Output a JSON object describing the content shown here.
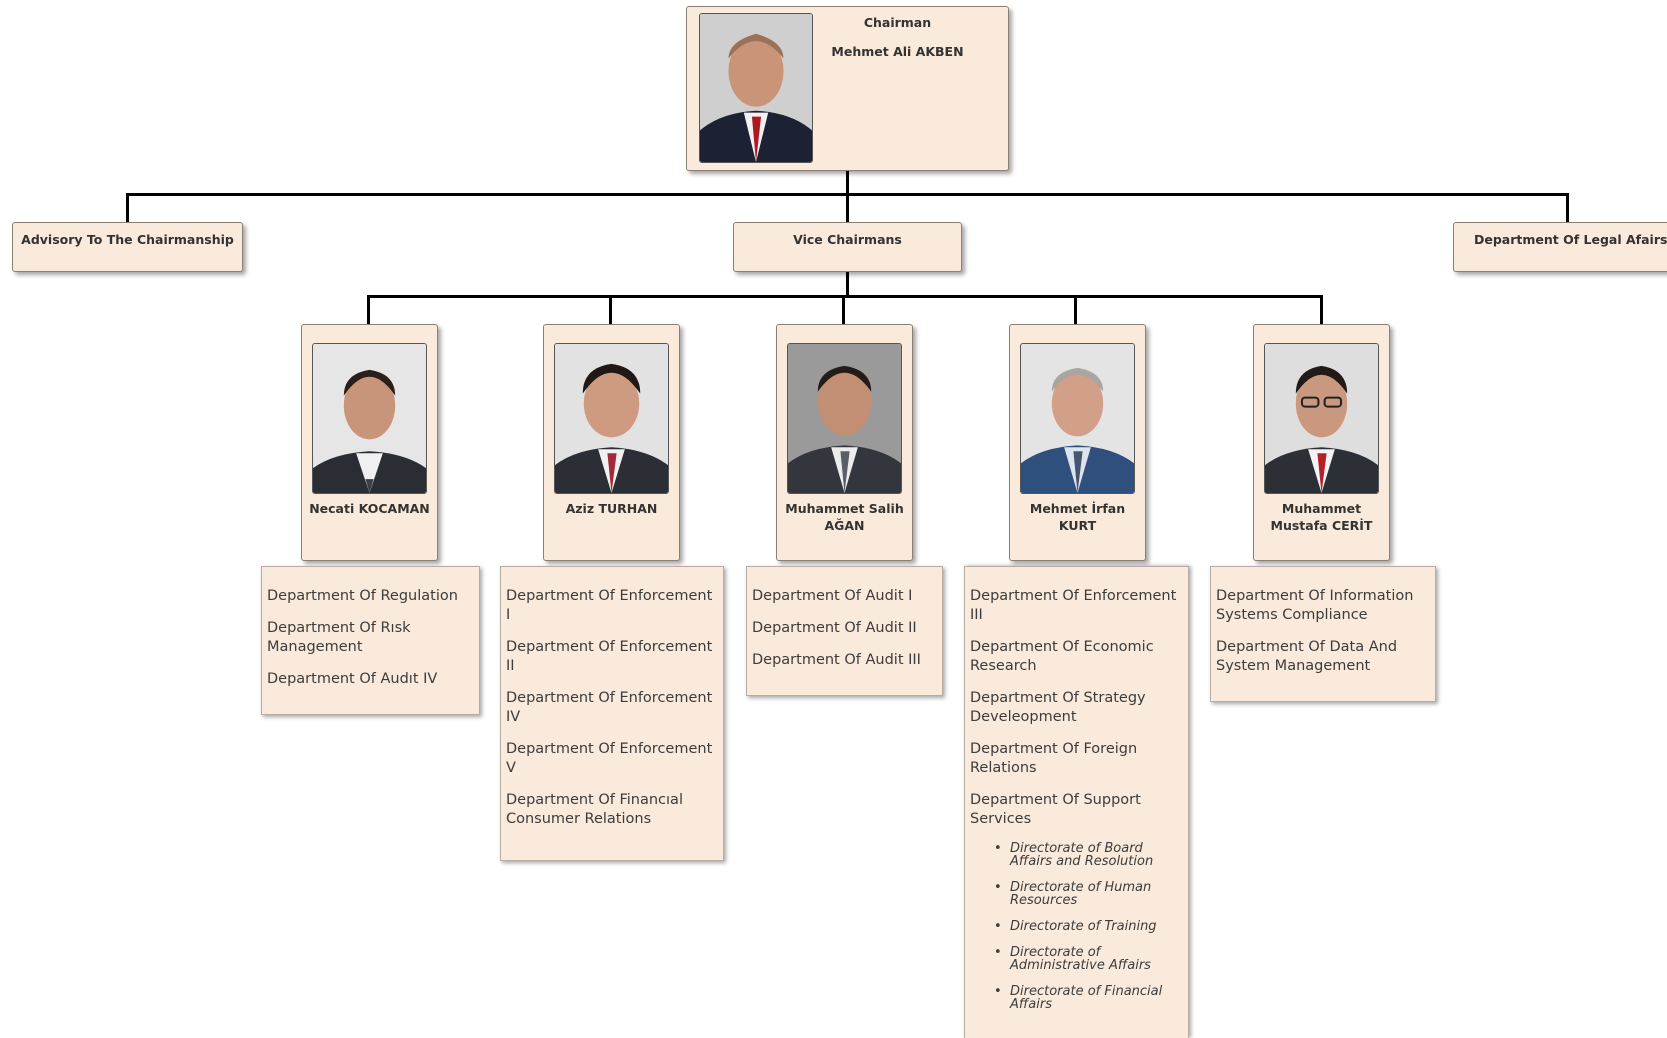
{
  "chairman": {
    "title": "Chairman",
    "name": "Mehmet Ali AKBEN"
  },
  "advisory": {
    "label": "Advisory To The Chairmanship"
  },
  "vice_chairmans": {
    "label": "Vice Chairmans"
  },
  "legal": {
    "label": "Department Of Legal Afairs"
  },
  "vice_chairmen": [
    {
      "name": "Necati KOCAMAN",
      "departments": [
        "Department Of Regulation",
        "Department Of Rısk Management",
        "Department Of Audıt IV"
      ]
    },
    {
      "name": "Aziz TURHAN",
      "departments": [
        "Department Of Enforcement I",
        "Department Of Enforcement II",
        "Department Of Enforcement IV",
        "Department Of Enforcement V",
        "Department Of Financıal Consumer Relations"
      ]
    },
    {
      "name": "Muhammet Salih AĞAN",
      "departments": [
        "Department Of Audit I",
        "Department Of Audit II",
        "Department Of Audit III"
      ]
    },
    {
      "name": "Mehmet İrfan KURT",
      "departments": [
        "Department Of Enforcement III",
        "Department Of Economic Research",
        "Department Of Strategy Develeopment",
        "Department Of Foreign Relations",
        "Department Of Support Services"
      ],
      "sub_directorates": [
        "Directorate of Board Affairs and Resolution",
        "Directorate of Human Resources",
        "Directorate of Training",
        "Directorate of Administrative Affairs",
        "Directorate of Financial Affairs"
      ]
    },
    {
      "name": "Muhammet Mustafa CERİT",
      "departments": [
        "Department Of Information Systems Compliance",
        "Department Of Data And System Management"
      ]
    }
  ]
}
